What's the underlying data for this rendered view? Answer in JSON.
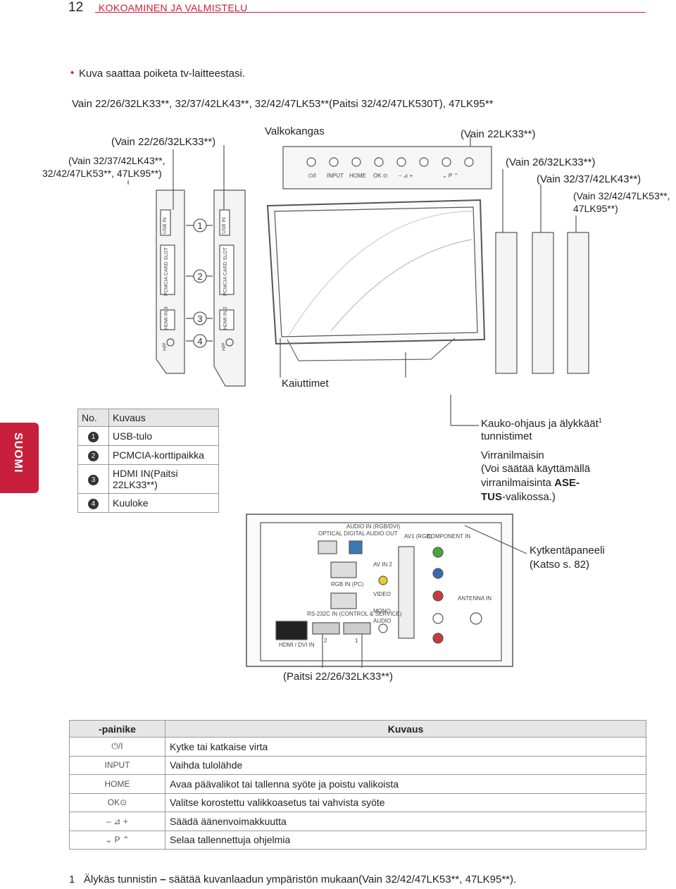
{
  "header": {
    "page_number": "12",
    "section": "KOKOAMINEN JA VALMISTELU"
  },
  "side_tab": "SUOMI",
  "note": "Kuva saattaa poiketa tv-laitteestasi.",
  "models_line": "Vain 22/26/32LK33**, 32/37/42LK43**, 32/42/47LK53**(Paitsi 32/42/47LK530T), 47LK95**",
  "figure": {
    "label_side1": "(Vain 22/26/32LK33**)",
    "label_side2a": "(Vain 32/37/42LK43**,",
    "label_side2b": "32/42/47LK53**, 47LK95**)",
    "label_screen": "Valkokangas",
    "label_top_panel": "(Vain 22LK33**)",
    "label_r1": "(Vain 26/32LK33**)",
    "label_r2": "(Vain 32/37/42LK43**)",
    "label_r3a": "(Vain 32/42/47LK53**,",
    "label_r3b": "47LK95**)",
    "label_speakers": "Kaiuttimet",
    "label_sensor_a": "Kauko-ohjaus ja älykkäät",
    "label_sensor_sup": "1",
    "label_sensor_b": "tunnistimet",
    "label_power_a": "Virranilmaisin",
    "label_power_b": "(Voi säätää käyttämällä",
    "label_power_c": "virranilmaisinta",
    "label_power_d": "ASE-",
    "label_power_e": "TUS",
    "label_power_f": "-valikossa.)",
    "label_connect_a": "Kytkentäpaneeli",
    "label_connect_b": "(Katso s. 82)",
    "label_except": "(Paitsi 22/26/32LK33**)",
    "top_panel_buttons": [
      "⏻/I",
      "INPUT",
      "HOME",
      "OK ⊙",
      "– ⊿ +",
      "⌄ P ⌃"
    ],
    "side_jacks": [
      "USB IN",
      "PCMCIA CARD SLOT",
      "HDMI IN 3",
      "H/P"
    ],
    "side_jacks2": [
      "USB IN",
      "PCMCIA CARD SLOT",
      "HDMI IN 2",
      "H/P"
    ],
    "callouts": [
      "1",
      "2",
      "3",
      "4"
    ],
    "panel_labels": {
      "optical": "OPTICAL DIGITAL AUDIO OUT",
      "audio_in": "AUDIO IN (RGB/DVI)",
      "av1": "AV1 (RGB)",
      "component": "COMPONENT IN",
      "av2": "AV IN 2",
      "rgb": "RGB IN (PC)",
      "rs232": "RS-232C IN (CONTROL & SERVICE)",
      "antenna": "ANTENNA IN",
      "hdmi": "HDMI / DVI IN",
      "hdmi1": "1",
      "hdmi2": "2",
      "video": "VIDEO",
      "mono": "MONO",
      "audio": "AUDIO"
    }
  },
  "ref_table": {
    "head_no": "No.",
    "head_desc": "Kuvaus",
    "rows": [
      {
        "no": "1",
        "desc": "USB-tulo"
      },
      {
        "no": "2",
        "desc": "PCMCIA-korttipaikka"
      },
      {
        "no": "3",
        "desc": "HDMI IN(Paitsi 22LK33**)"
      },
      {
        "no": "4",
        "desc": "Kuuloke"
      }
    ]
  },
  "button_table": {
    "head_button": "-painike",
    "head_desc": "Kuvaus",
    "rows": [
      {
        "icon": "⏻/I",
        "desc": "Kytke tai katkaise virta"
      },
      {
        "icon": "INPUT",
        "desc": "Vaihda tulolähde"
      },
      {
        "icon": "HOME",
        "desc": "Avaa päävalikot tai tallenna syöte ja poistu valikoista"
      },
      {
        "icon": "OK⊙",
        "desc": "Valitse korostettu valikkoasetus tai vahvista syöte"
      },
      {
        "icon": "– ⊿ +",
        "desc": "Säädä äänenvoimakkuutta"
      },
      {
        "icon": "⌄ P ⌃",
        "desc": "Selaa tallennettuja ohjelmia"
      }
    ]
  },
  "footnote": {
    "num": "1",
    "text_a": "Älykäs tunnistin",
    "dash": "–",
    "text_b": "säätää kuvanlaadun ympäristön mukaan(Vain 32/42/47LK53**, 47LK95**)."
  }
}
